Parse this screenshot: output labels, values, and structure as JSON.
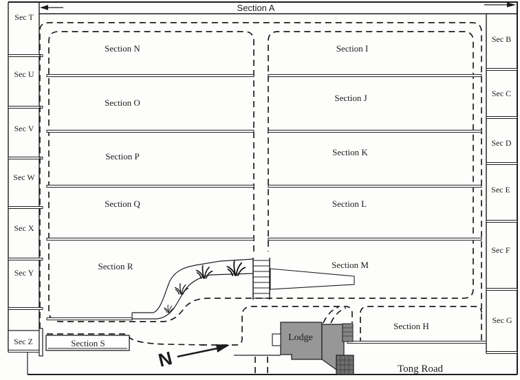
{
  "road_top": {
    "label": "Section A"
  },
  "left_strip": {
    "items": [
      {
        "label": "Sec T"
      },
      {
        "label": "Sec U"
      },
      {
        "label": "Sec V"
      },
      {
        "label": "Sec W"
      },
      {
        "label": "Sec X"
      },
      {
        "label": "Sec Y"
      },
      {
        "label": "Sec Z"
      }
    ]
  },
  "right_strip": {
    "items": [
      {
        "label": "Sec B"
      },
      {
        "label": "Sec C"
      },
      {
        "label": "Sec D"
      },
      {
        "label": "Sec E"
      },
      {
        "label": "Sec F"
      },
      {
        "label": "Sec G"
      }
    ]
  },
  "west_sections": {
    "items": [
      {
        "label": "Section N"
      },
      {
        "label": "Section O"
      },
      {
        "label": "Section P"
      },
      {
        "label": "Section Q"
      },
      {
        "label": "Section R"
      }
    ]
  },
  "east_sections": {
    "items": [
      {
        "label": "Section I"
      },
      {
        "label": "Section J"
      },
      {
        "label": "Section K"
      },
      {
        "label": "Section L"
      },
      {
        "label": "Section M"
      }
    ]
  },
  "south": {
    "section_s": "Section S",
    "section_h": "Section H",
    "lodge": "Lodge",
    "road": "Tong Road",
    "north": "N"
  },
  "colors": {
    "ink": "#1c1c1c",
    "lodge_gray": "#979797",
    "lodge_dark": "#6f6f6f",
    "paper": "#fdfdfc"
  }
}
